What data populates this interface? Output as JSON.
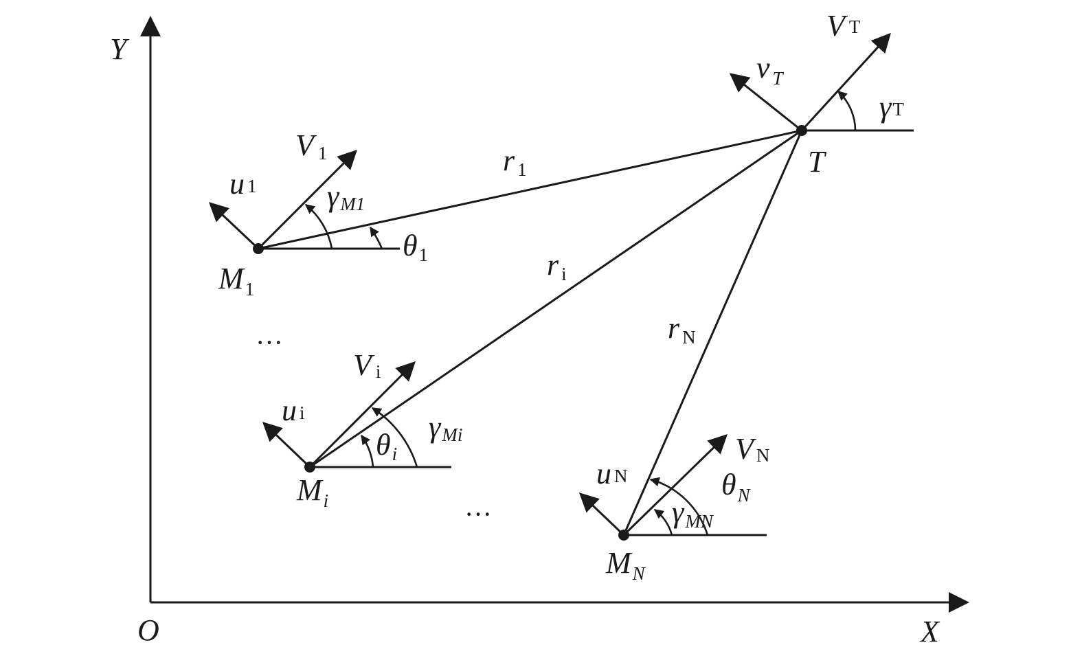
{
  "axes": {
    "origin": "O",
    "x": "X",
    "y": "Y"
  },
  "target": {
    "label": "T",
    "velocity": {
      "main": "V",
      "sub": "T"
    },
    "normal": {
      "main": "v",
      "sub": "T"
    },
    "angle": {
      "main": "γ",
      "sub": "T"
    }
  },
  "missiles": [
    {
      "id": "m1",
      "label": {
        "main": "M",
        "sub": "1"
      },
      "velocity": {
        "main": "V",
        "sub": "1"
      },
      "normal": {
        "main": "u",
        "sub": "1"
      },
      "heading": {
        "main": "γ",
        "sub": "M1"
      },
      "los_angle": {
        "main": "θ",
        "sub": "1"
      },
      "range": {
        "main": "r",
        "sub": "1"
      }
    },
    {
      "id": "mi",
      "label": {
        "main": "M",
        "sub": "i"
      },
      "velocity": {
        "main": "V",
        "sub": "i"
      },
      "normal": {
        "main": "u",
        "sub": "i"
      },
      "heading": {
        "main": "γ",
        "sub": "Mi"
      },
      "los_angle": {
        "main": "θ",
        "sub": "i"
      },
      "range": {
        "main": "r",
        "sub": "i"
      }
    },
    {
      "id": "mn",
      "label": {
        "main": "M",
        "sub": "N"
      },
      "velocity": {
        "main": "V",
        "sub": "N"
      },
      "normal": {
        "main": "u",
        "sub": "N"
      },
      "heading": {
        "main": "γ",
        "sub": "MN"
      },
      "los_angle": {
        "main": "θ",
        "sub": "N"
      },
      "range": {
        "main": "r",
        "sub": "N"
      }
    }
  ],
  "ellipsis": "···"
}
